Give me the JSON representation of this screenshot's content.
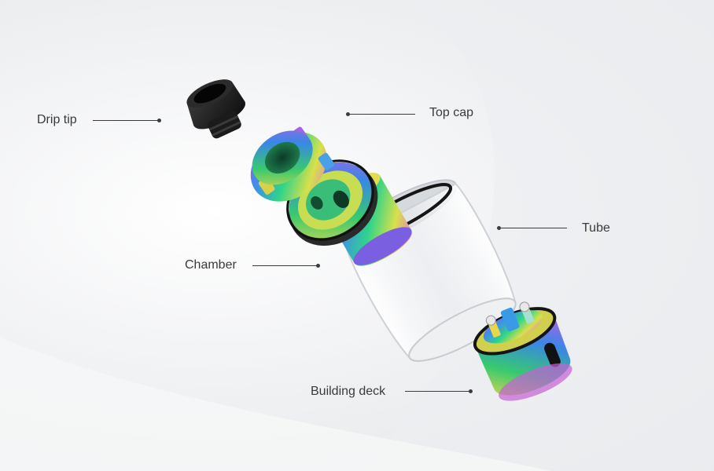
{
  "parts": [
    {
      "id": "drip-tip",
      "label": "Drip tip"
    },
    {
      "id": "top-cap",
      "label": "Top cap"
    },
    {
      "id": "tube",
      "label": "Tube"
    },
    {
      "id": "chamber",
      "label": "Chamber"
    },
    {
      "id": "building-deck",
      "label": "Building deck"
    }
  ]
}
